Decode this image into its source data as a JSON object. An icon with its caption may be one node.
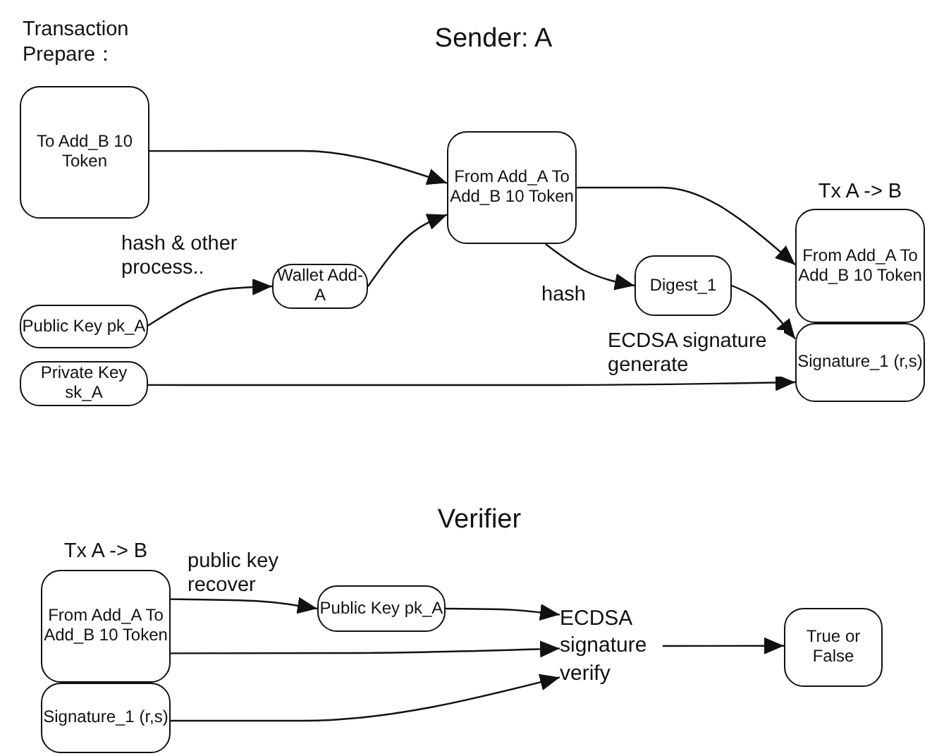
{
  "diagram": {
    "nodes": [
      {
        "text": [
          "To Add_B 10 Token"
        ]
      },
      {
        "text": [
          "From Add_A To Add_B 10 Token"
        ]
      },
      {
        "text": [
          "Public Key pk_A"
        ]
      },
      {
        "text": [
          "Wallet Add-A"
        ]
      },
      {
        "text": [
          "Digest_1"
        ]
      },
      {
        "text": [
          "Private Key sk_A"
        ]
      },
      {
        "text": [
          "From Add_A To Add_B 10 Token"
        ],
        "beside": [
          "Tx A -> B"
        ]
      },
      {
        "text": [
          "Signature_1 (r,s)"
        ]
      },
      {
        "text": [
          "From Add_A To Add_B 10 Token"
        ],
        "beside": [
          "Tx A -> B"
        ]
      },
      {
        "text": [
          "Public Key pk_A"
        ]
      },
      {
        "text": [
          "ECDSA signature verify"
        ]
      },
      {
        "text": [
          "Signature_1 (r,s)"
        ]
      },
      {
        "text": [
          "True or False"
        ]
      }
    ],
    "edges": [
      {
        "from": 0,
        "to": 1,
        "arrow": "to"
      },
      {
        "from": 3,
        "to": 1,
        "arrow": "to"
      },
      {
        "from": 2,
        "to": 3,
        "arrow": "to",
        "label": "hash & other process.."
      },
      {
        "from": 1,
        "to": 6,
        "arrow": "to"
      },
      {
        "from": 1,
        "to": 4,
        "arrow": "to",
        "label": "hash"
      },
      {
        "from": 4,
        "to": 7,
        "arrow": "to"
      },
      {
        "from": 5,
        "to": 7,
        "arrow": "to",
        "label": "ECDSA signature generate"
      },
      {
        "from": 8,
        "to": 9,
        "arrow": "to",
        "label": "public key recover"
      },
      {
        "from": 9,
        "to": 10,
        "arrow": "to"
      },
      {
        "from": 8,
        "to": 10,
        "arrow": "to"
      },
      {
        "from": 11,
        "to": 10,
        "arrow": "to"
      },
      {
        "from": 10,
        "to": 12,
        "arrow": "to"
      }
    ],
    "labels": [
      "Transaction Prepare：",
      "Sender: A",
      "Verifier"
    ]
  }
}
